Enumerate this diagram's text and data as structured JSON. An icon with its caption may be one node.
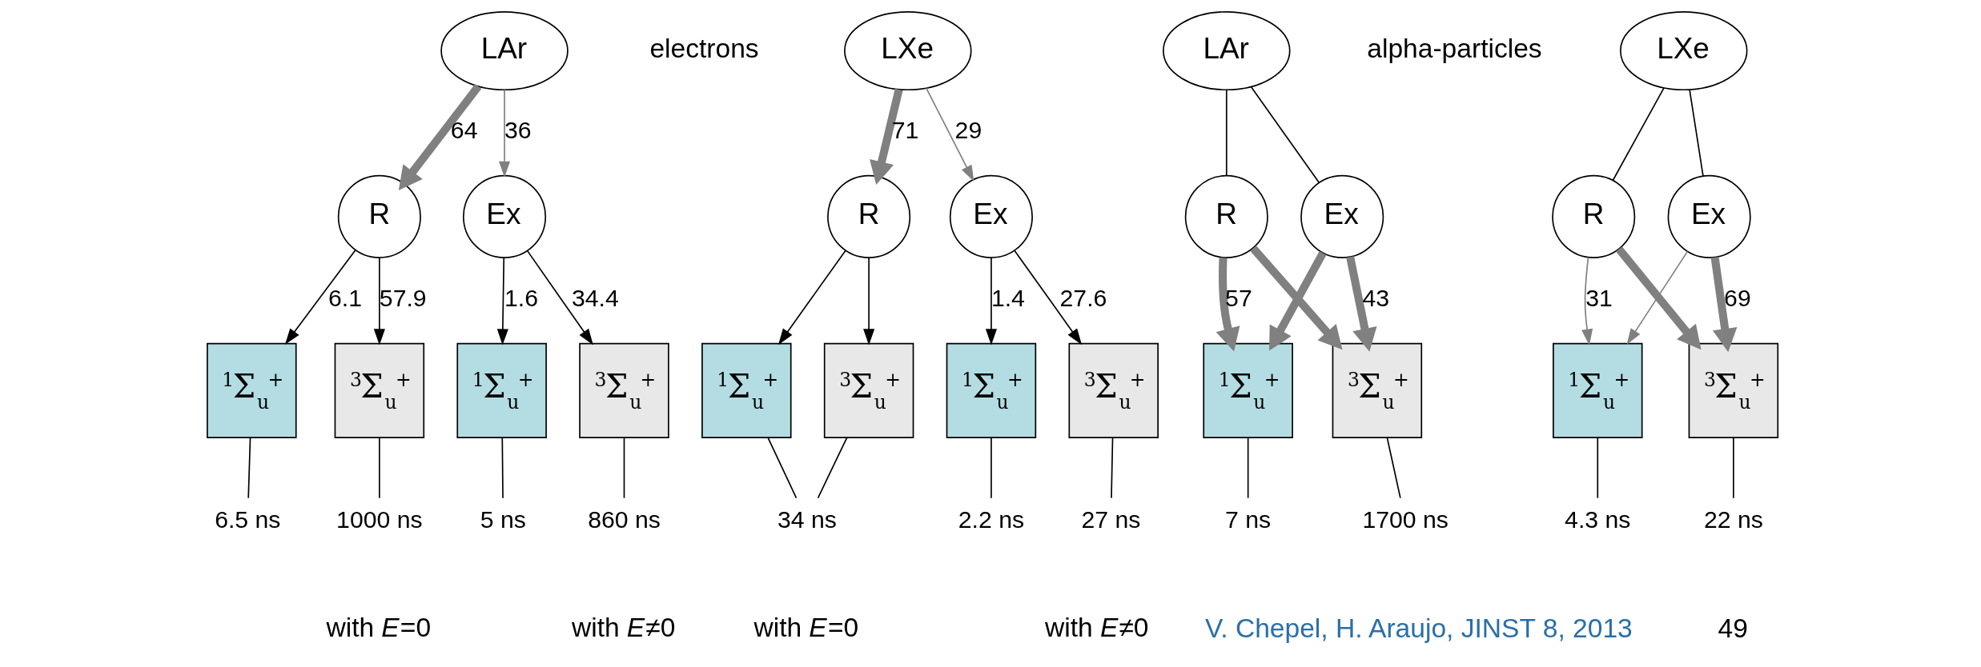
{
  "diagram": {
    "nodes": [
      {
        "text": [
          "LAr"
        ]
      },
      {
        "text": [
          "R"
        ]
      },
      {
        "text": [
          "Ex"
        ]
      },
      {
        "text": [
          "$^{1}$Σ$_{u}$$^{+}$"
        ]
      },
      {
        "text": [
          "$^{3}$Σ$_{u}$$^{+}$"
        ]
      },
      {
        "text": [
          "$^{1}$Σ$_{u}$$^{+}$"
        ]
      },
      {
        "text": [
          "$^{3}$Σ$_{u}$$^{+}$"
        ]
      },
      {
        "text": [
          "6.5 ns"
        ]
      },
      {
        "text": [
          "1000 ns"
        ]
      },
      {
        "text": [
          "5 ns"
        ]
      },
      {
        "text": [
          "860 ns"
        ]
      },
      {
        "text": [
          "LXe"
        ]
      },
      {
        "text": [
          "R"
        ]
      },
      {
        "text": [
          "Ex"
        ]
      },
      {
        "text": [
          "$^{1}$Σ$_{u}$$^{+}$"
        ]
      },
      {
        "text": [
          "$^{3}$Σ$_{u}$$^{+}$"
        ]
      },
      {
        "text": [
          "$^{1}$Σ$_{u}$$^{+}$"
        ]
      },
      {
        "text": [
          "$^{3}$Σ$_{u}$$^{+}$"
        ]
      },
      {
        "text": [
          "34 ns"
        ]
      },
      {
        "text": [
          "2.2 ns"
        ]
      },
      {
        "text": [
          "27 ns"
        ]
      },
      {
        "text": [
          "LAr"
        ]
      },
      {
        "text": [
          "R"
        ]
      },
      {
        "text": [
          "Ex"
        ]
      },
      {
        "text": [
          "$^{1}$Σ$_{u}$$^{+}$"
        ]
      },
      {
        "text": [
          "$^{3}$Σ$_{u}$$^{+}$"
        ]
      },
      {
        "text": [
          "7 ns"
        ]
      },
      {
        "text": [
          "1700 ns"
        ]
      },
      {
        "text": [
          "LXe"
        ]
      },
      {
        "text": [
          "R"
        ]
      },
      {
        "text": [
          "Ex"
        ]
      },
      {
        "text": [
          "$^{1}$Σ$_{u}$$^{+}$"
        ]
      },
      {
        "text": [
          "$^{3}$Σ$_{u}$$^{+}$"
        ]
      },
      {
        "text": [
          "4.3 ns"
        ]
      },
      {
        "text": [
          "22 ns"
        ]
      }
    ],
    "edges": [
      {
        "from": 0,
        "to": 1,
        "arrow": "to",
        "label": "64",
        "style": "thick",
        "color": "#808080"
      },
      {
        "from": 0,
        "to": 2,
        "arrow": "to",
        "label": "36",
        "color": "#808080"
      },
      {
        "from": 1,
        "to": 3,
        "arrow": "to",
        "label": "6.1"
      },
      {
        "from": 1,
        "to": 4,
        "arrow": "to",
        "label": "57.9"
      },
      {
        "from": 2,
        "to": 5,
        "arrow": "to",
        "label": "1.6"
      },
      {
        "from": 2,
        "to": 6,
        "arrow": "to",
        "label": "34.4"
      },
      {
        "from": 3,
        "to": 7,
        "arrow": "none"
      },
      {
        "from": 4,
        "to": 8,
        "arrow": "none"
      },
      {
        "from": 5,
        "to": 9,
        "arrow": "none"
      },
      {
        "from": 6,
        "to": 10,
        "arrow": "none"
      },
      {
        "from": 11,
        "to": 12,
        "arrow": "to",
        "label": "71",
        "style": "thick",
        "color": "#808080"
      },
      {
        "from": 11,
        "to": 13,
        "arrow": "to",
        "label": "29",
        "color": "#808080"
      },
      {
        "from": 12,
        "to": 14,
        "arrow": "to"
      },
      {
        "from": 12,
        "to": 15,
        "arrow": "to"
      },
      {
        "from": 13,
        "to": 16,
        "arrow": "to",
        "label": "1.4"
      },
      {
        "from": 13,
        "to": 17,
        "arrow": "to",
        "label": "27.6"
      },
      {
        "from": 14,
        "to": 18,
        "arrow": "none"
      },
      {
        "from": 15,
        "to": 18,
        "arrow": "none"
      },
      {
        "from": 16,
        "to": 19,
        "arrow": "none"
      },
      {
        "from": 17,
        "to": 20,
        "arrow": "none"
      },
      {
        "from": 21,
        "to": 22,
        "arrow": "none"
      },
      {
        "from": 21,
        "to": 23,
        "arrow": "none"
      },
      {
        "from": 22,
        "to": 24,
        "arrow": "to",
        "label": "57",
        "style": "thick",
        "color": "#808080"
      },
      {
        "from": 23,
        "to": 24,
        "arrow": "to",
        "style": "thick",
        "color": "#808080"
      },
      {
        "from": 22,
        "to": 25,
        "arrow": "to",
        "style": "thick",
        "color": "#808080"
      },
      {
        "from": 23,
        "to": 25,
        "arrow": "to",
        "label": "43",
        "style": "thick",
        "color": "#808080"
      },
      {
        "from": 24,
        "to": 26,
        "arrow": "none"
      },
      {
        "from": 25,
        "to": 27,
        "arrow": "none"
      },
      {
        "from": 28,
        "to": 29,
        "arrow": "none"
      },
      {
        "from": 28,
        "to": 30,
        "arrow": "none"
      },
      {
        "from": 29,
        "to": 31,
        "arrow": "to",
        "label": "31",
        "color": "#808080"
      },
      {
        "from": 30,
        "to": 31,
        "arrow": "to",
        "color": "#808080"
      },
      {
        "from": 29,
        "to": 32,
        "arrow": "to",
        "style": "thick",
        "color": "#808080"
      },
      {
        "from": 30,
        "to": 32,
        "arrow": "to",
        "label": "69",
        "style": "thick",
        "color": "#808080"
      },
      {
        "from": 31,
        "to": 33,
        "arrow": "none"
      },
      {
        "from": 32,
        "to": 34,
        "arrow": "none"
      }
    ],
    "labels": [
      "electrons",
      "alpha-particles",
      "with *E*≠0",
      "with *E*=0",
      "with *E*≠0",
      "with *E*=0",
      "V. Chepel, H. Araujo, JINST 8, 2013",
      "49"
    ]
  }
}
